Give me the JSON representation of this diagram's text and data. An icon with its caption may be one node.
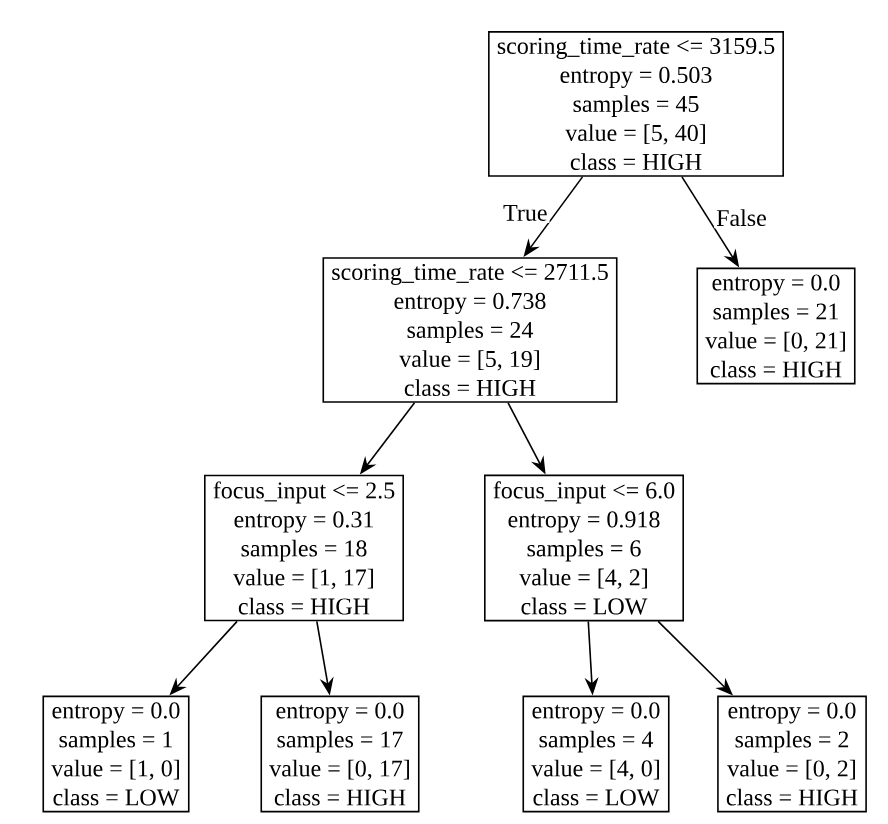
{
  "diagram": {
    "nodes": [
      {
        "text": [
          "scoring_time_rate <= 3159.5",
          "entropy = 0.503",
          "samples = 45",
          "value = [5, 40]",
          "class = HIGH"
        ]
      },
      {
        "text": [
          "scoring_time_rate <= 2711.5",
          "entropy = 0.738",
          "samples = 24",
          "value = [5, 19]",
          "class = HIGH"
        ]
      },
      {
        "text": [
          "entropy = 0.0",
          "samples = 21",
          "value = [0, 21]",
          "class = HIGH"
        ]
      },
      {
        "text": [
          "focus_input <= 2.5",
          "entropy = 0.31",
          "samples = 18",
          "value = [1, 17]",
          "class = HIGH"
        ]
      },
      {
        "text": [
          "focus_input <= 6.0",
          "entropy = 0.918",
          "samples = 6",
          "value = [4, 2]",
          "class = LOW"
        ]
      },
      {
        "text": [
          "entropy = 0.0",
          "samples = 1",
          "value = [1, 0]",
          "class = LOW"
        ]
      },
      {
        "text": [
          "entropy = 0.0",
          "samples = 17",
          "value = [0, 17]",
          "class = HIGH"
        ]
      },
      {
        "text": [
          "entropy = 0.0",
          "samples = 4",
          "value = [4, 0]",
          "class = LOW"
        ]
      },
      {
        "text": [
          "entropy = 0.0",
          "samples = 2",
          "value = [0, 2]",
          "class = HIGH"
        ]
      }
    ],
    "edges": [
      {
        "from": 0,
        "to": 1,
        "arrow": "to",
        "label": "True"
      },
      {
        "from": 0,
        "to": 2,
        "arrow": "to",
        "label": "False"
      },
      {
        "from": 1,
        "to": 3,
        "arrow": "to"
      },
      {
        "from": 1,
        "to": 4,
        "arrow": "to"
      },
      {
        "from": 3,
        "to": 5,
        "arrow": "to"
      },
      {
        "from": 3,
        "to": 6,
        "arrow": "to"
      },
      {
        "from": 4,
        "to": 7,
        "arrow": "to"
      },
      {
        "from": 4,
        "to": 8,
        "arrow": "to"
      }
    ]
  }
}
